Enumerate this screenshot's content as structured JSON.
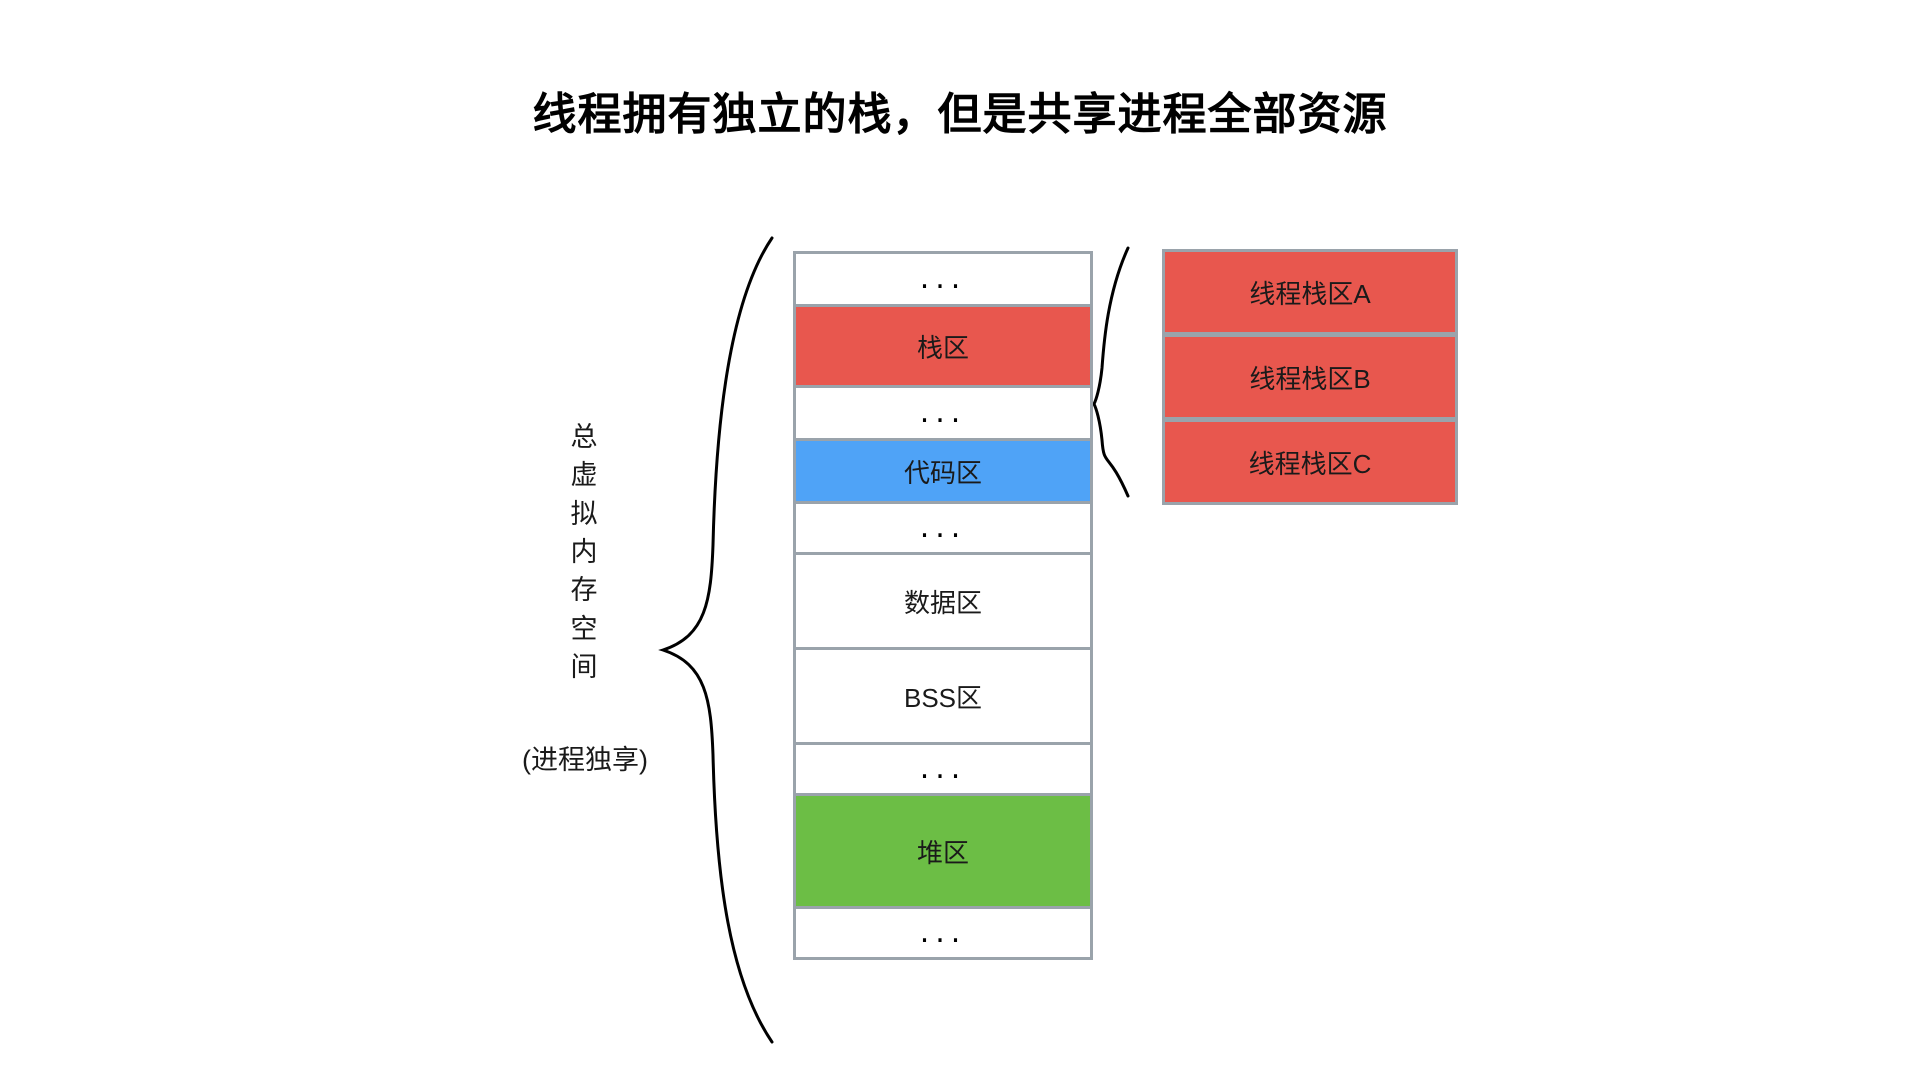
{
  "title": "线程拥有独立的栈，但是共享进程全部资源",
  "left_label": {
    "vertical_chars": [
      "总",
      "虚",
      "拟",
      "内",
      "存",
      "空",
      "间"
    ],
    "vertical_text": "总虚拟内存空间",
    "subtitle": "(进程独享)"
  },
  "memory_column": {
    "blocks": [
      {
        "label": "...",
        "type": "ellipsis",
        "color": "#FFFFFF",
        "height": 56
      },
      {
        "label": "栈区",
        "type": "region",
        "color": "#E8574E",
        "height": 84
      },
      {
        "label": "...",
        "type": "ellipsis",
        "color": "#FFFFFF",
        "height": 56
      },
      {
        "label": "代码区",
        "type": "region",
        "color": "#4FA3F7",
        "height": 66
      },
      {
        "label": "...",
        "type": "ellipsis",
        "color": "#FFFFFF",
        "height": 54
      },
      {
        "label": "数据区",
        "type": "region",
        "color": "#FFFFFF",
        "height": 98
      },
      {
        "label": "BSS区",
        "type": "region",
        "color": "#FFFFFF",
        "height": 98
      },
      {
        "label": "...",
        "type": "ellipsis",
        "color": "#FFFFFF",
        "height": 54
      },
      {
        "label": "堆区",
        "type": "region",
        "color": "#6CBE45",
        "height": 116
      },
      {
        "label": "...",
        "type": "ellipsis",
        "color": "#FFFFFF",
        "height": 54
      }
    ]
  },
  "thread_stacks": {
    "blocks": [
      {
        "label": "线程栈区A",
        "color": "#E8574E"
      },
      {
        "label": "线程栈区B",
        "color": "#E8574E"
      },
      {
        "label": "线程栈区C",
        "color": "#E8574E"
      }
    ]
  },
  "colors": {
    "stack_red": "#E8574E",
    "code_blue": "#4FA3F7",
    "heap_green": "#6CBE45",
    "block_border": "#9AA3AB",
    "brace_stroke": "#000000",
    "background": "#FFFFFF",
    "text": "#1A1A1A"
  }
}
